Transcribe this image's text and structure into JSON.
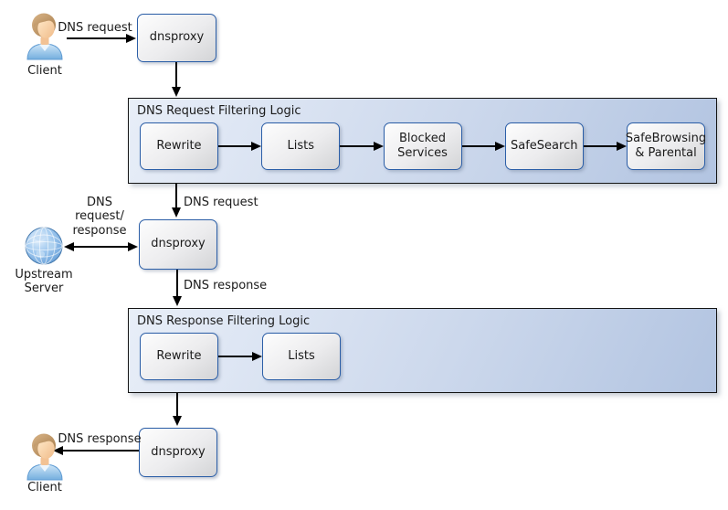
{
  "colors": {
    "node_border": "#2b5ea7",
    "node_fill_top": "#fdfdfd",
    "node_fill_bottom": "#d3d4d6",
    "panel_fill_left": "#e8eef8",
    "panel_fill_right": "#b2c4e1",
    "panel_border": "#141414",
    "arrow": "#000000",
    "globe_blue": "#5b96d2",
    "shirt_blue": "#74aede"
  },
  "actors": {
    "client_top": {
      "label": "Client"
    },
    "upstream_server": {
      "label": "Upstream\nServer"
    },
    "client_bottom": {
      "label": "Client"
    }
  },
  "nodes": {
    "dnsproxy_top": {
      "label": "dnsproxy"
    },
    "dnsproxy_middle": {
      "label": "dnsproxy"
    },
    "dnsproxy_bottom": {
      "label": "dnsproxy"
    }
  },
  "panels": {
    "request": {
      "title": "DNS Request Filtering Logic",
      "steps": [
        "Rewrite",
        "Lists",
        "Blocked Services",
        "SafeSearch",
        "SafeBrowsing & Parental"
      ]
    },
    "response": {
      "title": "DNS Response Filtering Logic",
      "steps": [
        "Rewrite",
        "Lists"
      ]
    }
  },
  "edge_labels": {
    "client_to_proxy": "DNS request",
    "filtered_request": "DNS request",
    "upstream_exchange": "DNS\nrequest/\nresponse",
    "proxy_response": "DNS response",
    "response_to_client": "DNS response"
  }
}
